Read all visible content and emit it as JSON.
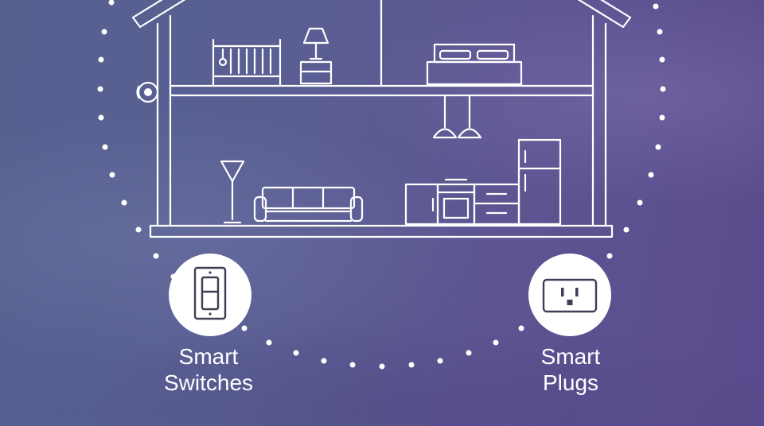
{
  "colors": {
    "line": "#ffffff",
    "dots": "#ffffff",
    "badge": "#ffffff",
    "icon": "#3d3f55"
  },
  "icons": {
    "house": "house-outline-icon",
    "camera": "security-camera-icon",
    "switch": "light-switch-icon",
    "plug": "power-outlet-icon"
  },
  "features": {
    "switches": {
      "line1": "Smart",
      "line2": "Switches"
    },
    "plugs": {
      "line1": "Smart",
      "line2": "Plugs"
    }
  }
}
